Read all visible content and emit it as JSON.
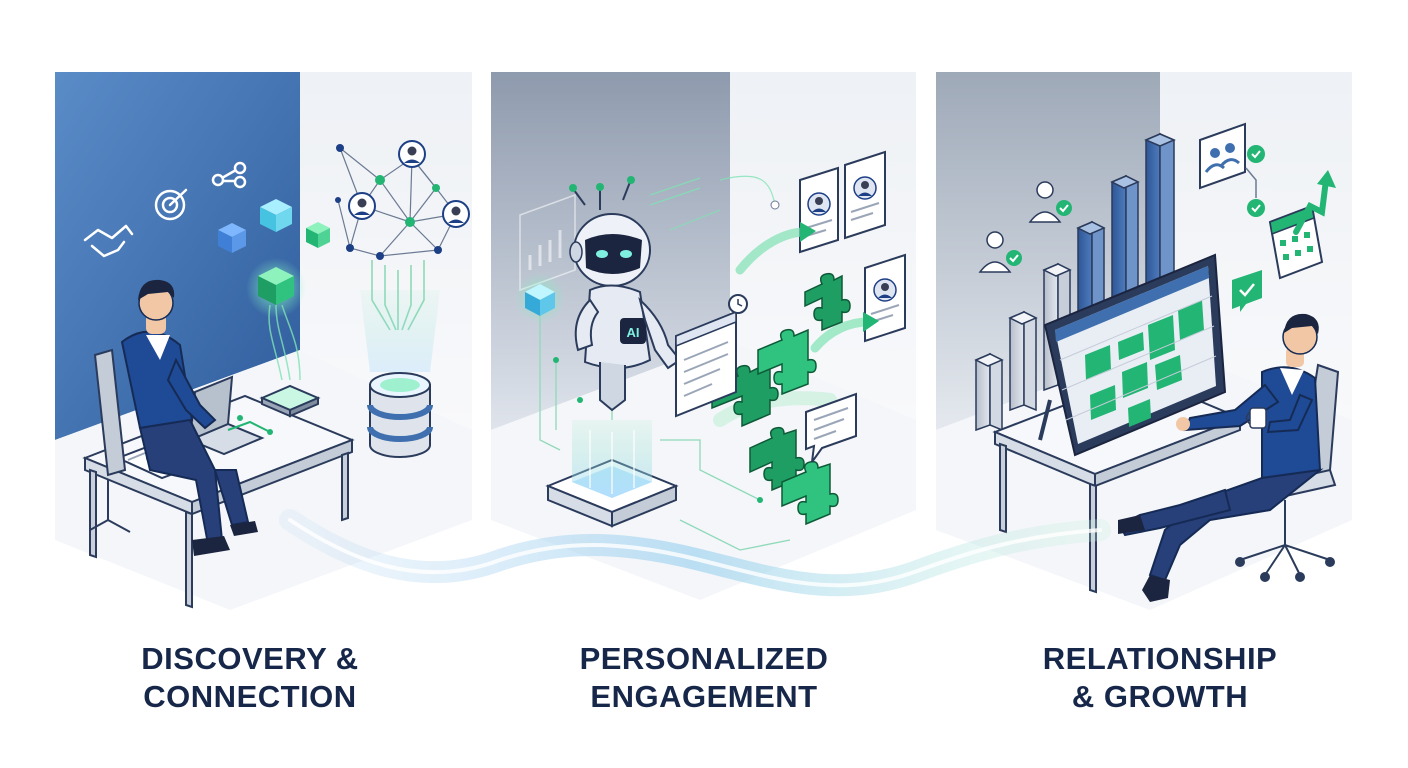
{
  "stages": [
    {
      "title_line1": "DISCOVERY &",
      "title_line2": "CONNECTION"
    },
    {
      "title_line1": "PERSONALIZED",
      "title_line2": "ENGAGEMENT"
    },
    {
      "title_line1": "RELATIONSHIP",
      "title_line2": "& GROWTH"
    }
  ],
  "robot_chest_label": "AI",
  "colors": {
    "navy": "#1d3f86",
    "dark_text": "#17274a",
    "green": "#22b573",
    "light_green": "#7fe3b4",
    "blue_wall": "#3f6fae",
    "panel": "#eef1f6"
  }
}
